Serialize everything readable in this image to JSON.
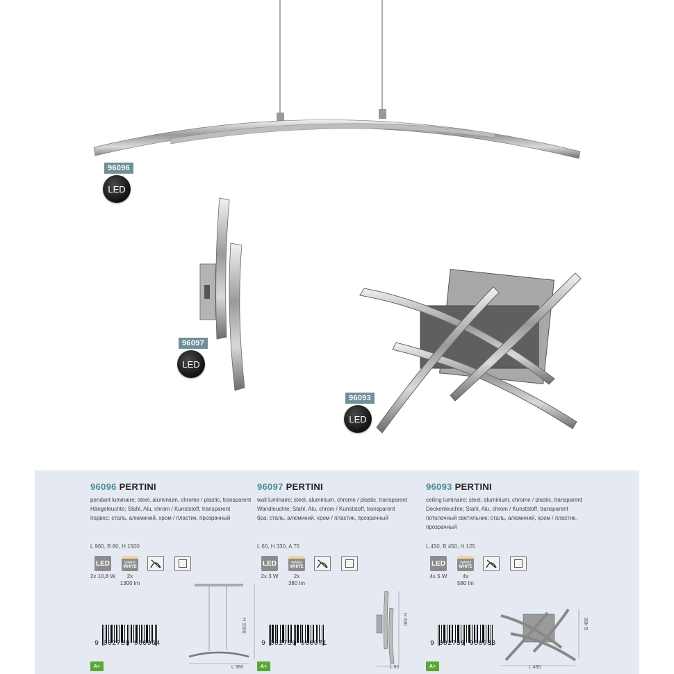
{
  "hero": {
    "p96096": {
      "code": "96096",
      "badge": "LED"
    },
    "p96097": {
      "code": "96097",
      "badge": "LED"
    },
    "p96093": {
      "code": "96093",
      "badge": "LED"
    }
  },
  "products": [
    {
      "code": "96096",
      "name": "PERTINI",
      "desc_en": "pendant luminaire; steel, aluminium, chrome / plastic, transparent",
      "desc_de": "Hängeleuchte; Stahl, Alu, chrom / Kunststoff, transparent",
      "desc_ru": "подвес; сталь, алюминий, хром / пластик, прозрачный",
      "dims": "L 960, B 80, H 1500",
      "led_label": "LED",
      "warm_label_top": "WARM",
      "warm_label_bottom": "WHITE",
      "power": "2x 10,8 W",
      "qty": "2x",
      "lumen": "1300 lm",
      "barcode": "9 002759 960964",
      "energy": "A+",
      "dim_h": "H 1500",
      "dim_l": "L 960"
    },
    {
      "code": "96097",
      "name": "PERTINI",
      "desc_en": "wall luminaire; steel, aluminium, chrome / plastic, transparent",
      "desc_de": "Wandleuchte; Stahl, Alu, chrom / Kunststoff, transparent",
      "desc_ru": "бра; сталь, алюминий, хром / пластик, прозрачный",
      "dims": "L 60, H 330, A 75",
      "led_label": "LED",
      "warm_label_top": "WARM",
      "warm_label_bottom": "WHITE",
      "power": "2x 3 W",
      "qty": "2x",
      "lumen": "380 lm",
      "barcode": "9 002759 960971",
      "energy": "A+",
      "dim_h": "H 330",
      "dim_l": "L 60"
    },
    {
      "code": "96093",
      "name": "PERTINI",
      "desc_en": "ceiling luminaire; steel, aluminium, chrome / plastic, transparent",
      "desc_de": "Deckenleuchte; Stahl, Alu, chrom / Kunststoff, transparent",
      "desc_ru": "потолочный светильник; сталь, алюминий, хром / пластик, прозрачный",
      "dims": "L 450, B 450, H 125",
      "led_label": "LED",
      "warm_label_top": "WARM",
      "warm_label_bottom": "WHITE",
      "power": "4x 5 W",
      "qty": "4x",
      "lumen": "580 lm",
      "barcode": "9 002759 960933",
      "energy": "A+",
      "dim_h": "B 450",
      "dim_l": "L 450"
    }
  ],
  "colors": {
    "panel_bg": "#e5e9f2",
    "code_tag": "#6f8f99",
    "code_text": "#4d8a9b",
    "energy": "#5aa832"
  }
}
